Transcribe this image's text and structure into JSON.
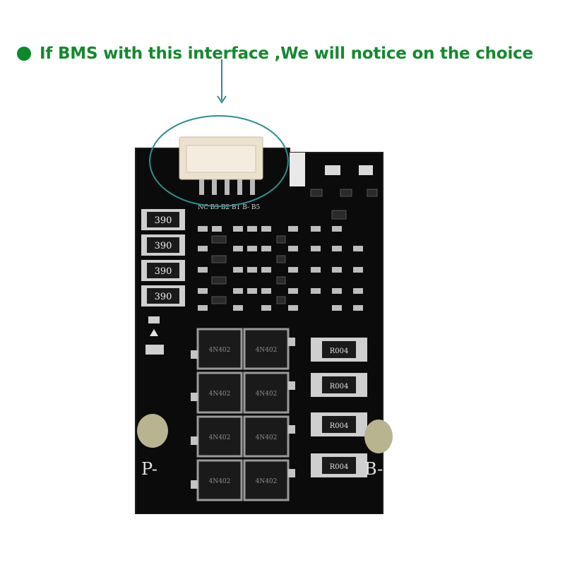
{
  "banner": {
    "text": "If BMS with this interface ,We will notice on the choice",
    "text_color": "#14892e",
    "bullet_color": "#0b8a2a",
    "bullet_icon": "bullet-dot-icon"
  },
  "annotation": {
    "arrow_color": "#2e8b8b",
    "ellipse_color": "#2f8f8f"
  },
  "board": {
    "resistor_labels": [
      "390",
      "390",
      "390",
      "390"
    ],
    "shunt_labels": [
      "R004",
      "R004",
      "R004",
      "R004"
    ],
    "connector_pins": "NC B3 B2 B1 B- B5",
    "pad_left_label": "P-",
    "pad_right_label": "B-",
    "mosfet_text": [
      "4N402",
      "4N402",
      "4N402",
      "4N402",
      "4N402",
      "4N402",
      "4N402",
      "4N402"
    ]
  }
}
